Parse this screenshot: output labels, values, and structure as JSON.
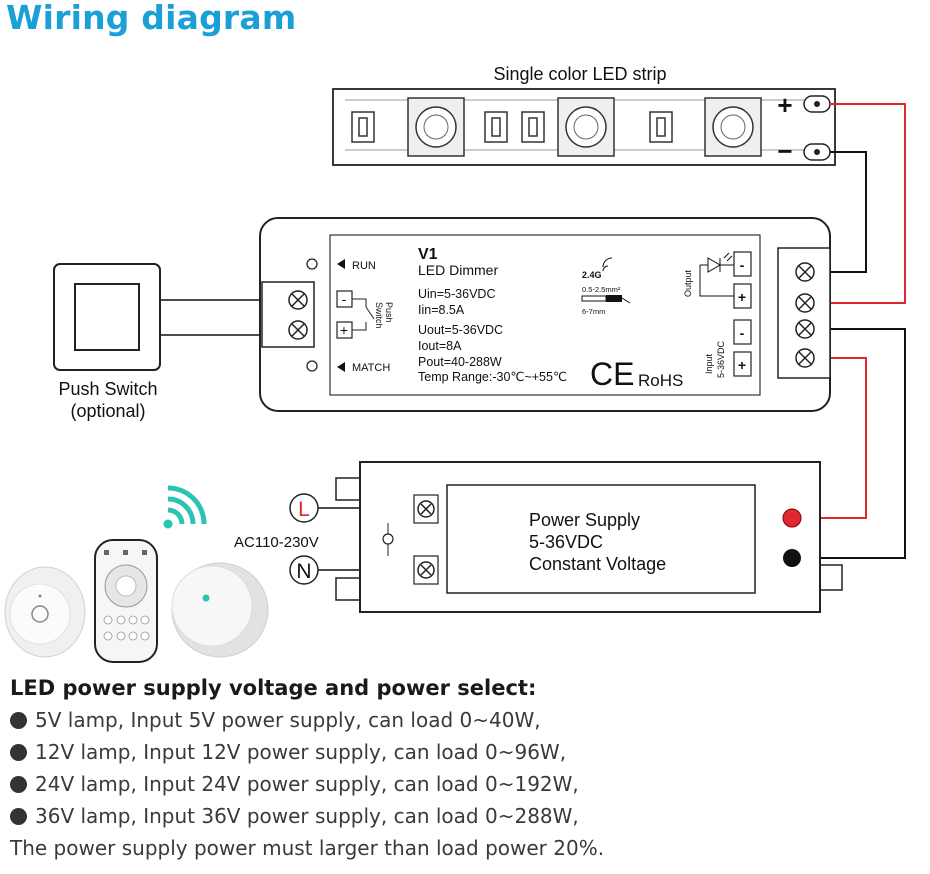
{
  "title": "Wiring diagram",
  "strip": {
    "label": "Single color LED strip",
    "plus": "+",
    "minus": "−"
  },
  "switch": {
    "label1": "Push Switch",
    "label2": "(optional)",
    "minus": "-",
    "plus": "+",
    "push": "Push",
    "sw": "Switch"
  },
  "dimmer": {
    "model": "V1",
    "name": "LED Dimmer",
    "uin": "Uin=5-36VDC",
    "iin": "Iin=8.5A",
    "uout": "Uout=5-36VDC",
    "iout": "Iout=8A",
    "pout": "Pout=40-288W",
    "temp": "Temp Range:-30℃~+55℃",
    "run": "RUN",
    "match": "MATCH",
    "rf": "2.4G",
    "wire_gauge": "0.5-2.5mm²",
    "strip_len": "6-7mm",
    "ce": "CE",
    "rohs": "RoHS",
    "output": "Output",
    "input": "Input",
    "input_v": "5-36VDC",
    "minus": "-",
    "plus": "+"
  },
  "ac": {
    "label": "AC110-230V",
    "l": "L",
    "n": "N"
  },
  "psu": {
    "line1": "Power Supply",
    "line2": "5-36VDC",
    "line3": "Constant Voltage"
  },
  "colors": {
    "accent": "#1a9fd6",
    "wire_red": "#e0262e",
    "wire_black": "#111111"
  },
  "notes": {
    "heading": "LED power supply voltage and power select:",
    "items": [
      "5V lamp, Input 5V power supply, can load 0~40W,",
      "12V lamp, Input 12V power supply, can load 0~96W,",
      "24V lamp, Input 24V power supply, can load 0~192W,",
      "36V lamp, Input 36V power supply, can load 0~288W,"
    ],
    "footer": "The power supply power must larger than load power 20%."
  }
}
